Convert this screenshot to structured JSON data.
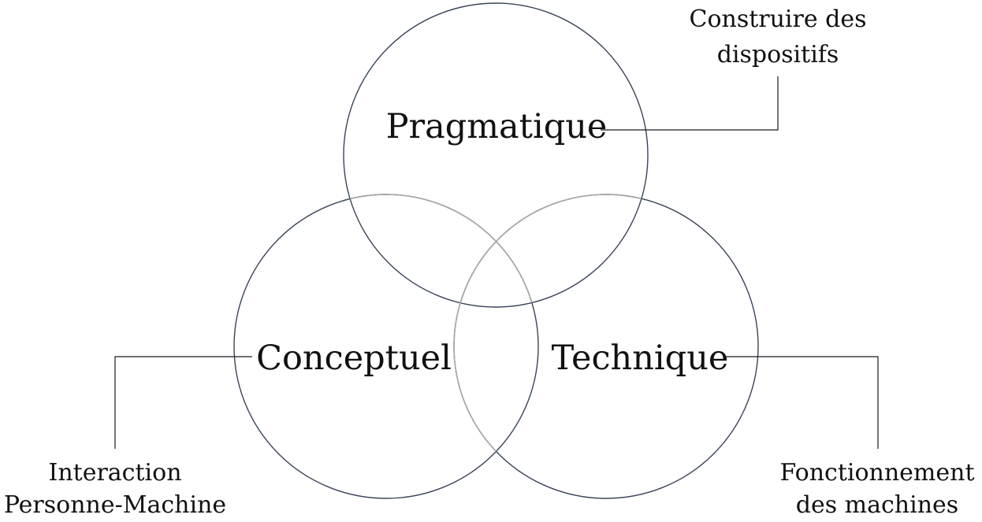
{
  "domains": {
    "pragmatique": {
      "label": "Pragmatique",
      "annotation": [
        "Construire des",
        "dispositifs"
      ]
    },
    "conceptuel": {
      "label": "Conceptuel",
      "annotation": [
        "Interaction",
        "Personne-Machine"
      ]
    },
    "technique": {
      "label": "Technique",
      "annotation": [
        "Fonctionnement",
        "des machines"
      ]
    }
  },
  "colors": {
    "circle_stroke": "#3a4558",
    "overlap_stroke": "#a8a8a8",
    "text": "#111111"
  }
}
